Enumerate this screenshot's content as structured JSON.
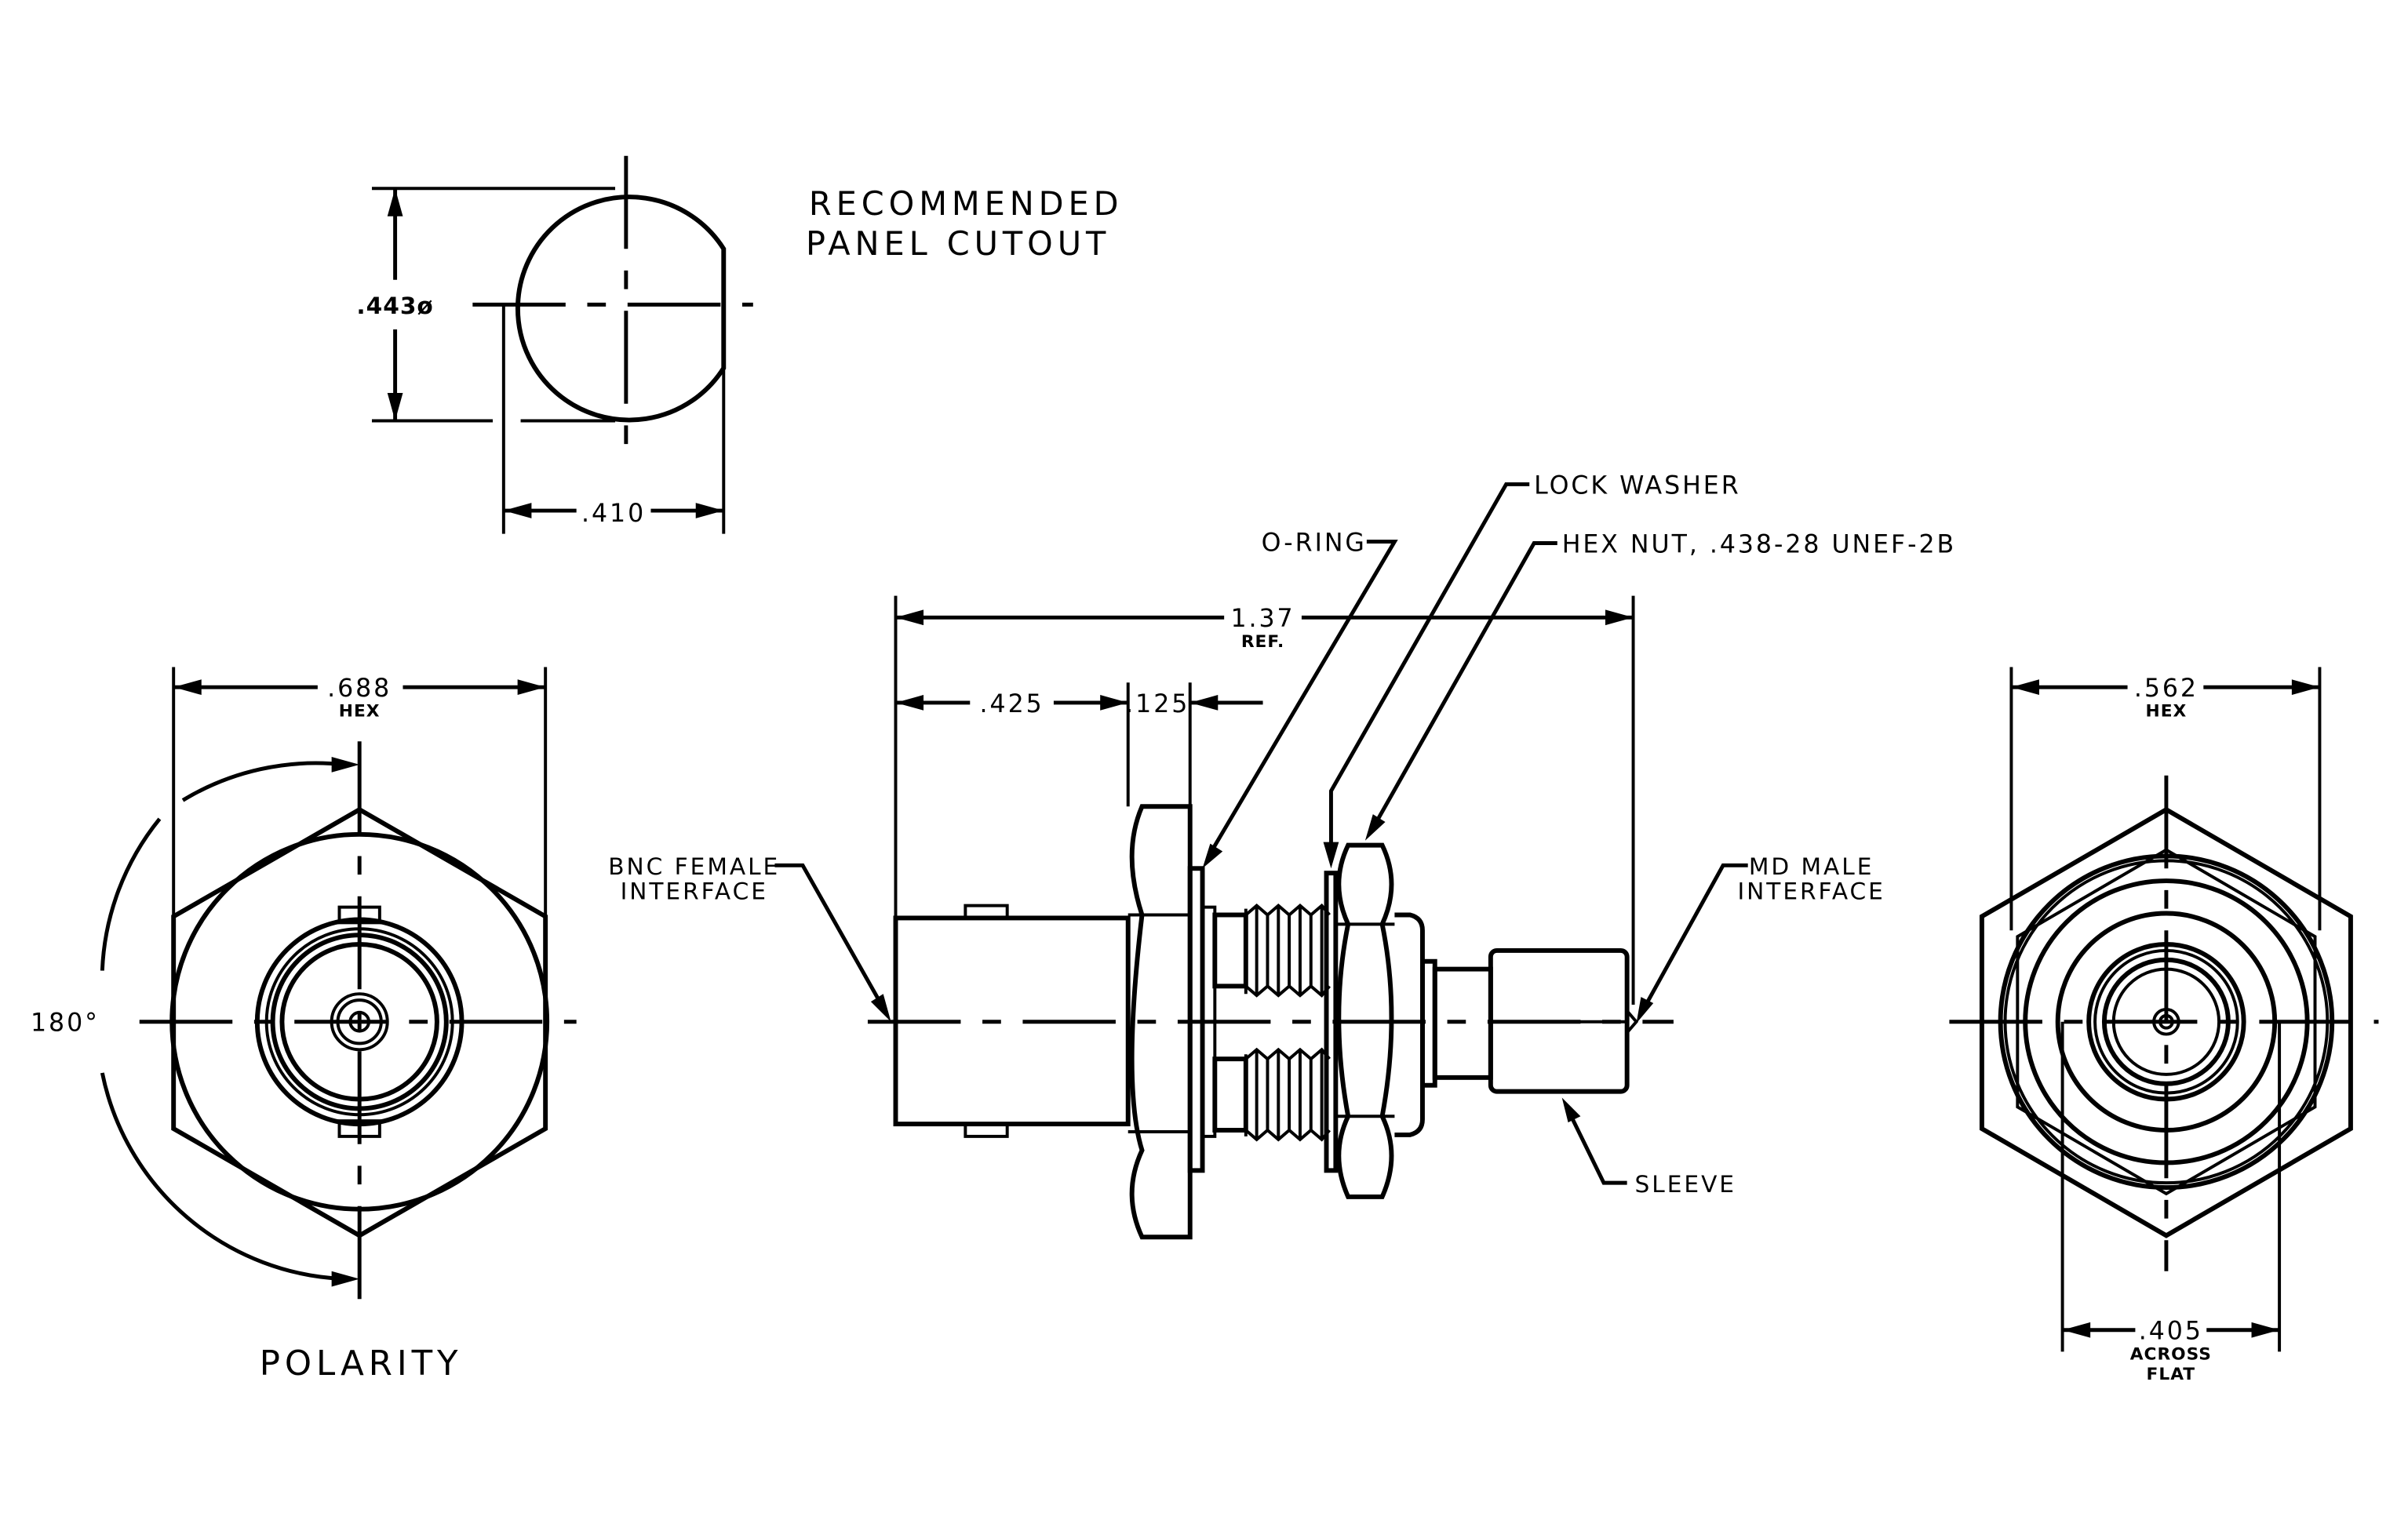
{
  "panel_cutout": {
    "title_line1": "RECOMMENDED",
    "title_line2": "PANEL CUTOUT",
    "dia_dim": ".443ø",
    "flat_dim": ".410"
  },
  "polarity_view": {
    "title": "POLARITY",
    "angle": "180°",
    "hex_dim": ".688",
    "hex_sub": "HEX"
  },
  "side_view": {
    "overall_dim": "1.37",
    "overall_sub": "REF.",
    "dim_a": ".425",
    "dim_b": ".125",
    "label_oring": "O-RING",
    "label_lock_washer": "LOCK WASHER",
    "label_hex_nut": "HEX NUT, .438-28 UNEF-2B",
    "label_bnc_line1": "BNC FEMALE",
    "label_bnc_line2": "INTERFACE",
    "label_md_line1": "MD MALE",
    "label_md_line2": "INTERFACE",
    "label_sleeve": "SLEEVE"
  },
  "end_view": {
    "hex_dim": ".562",
    "hex_sub": "HEX",
    "flat_dim": ".405",
    "flat_sub1": "ACROSS",
    "flat_sub2": "FLAT"
  }
}
